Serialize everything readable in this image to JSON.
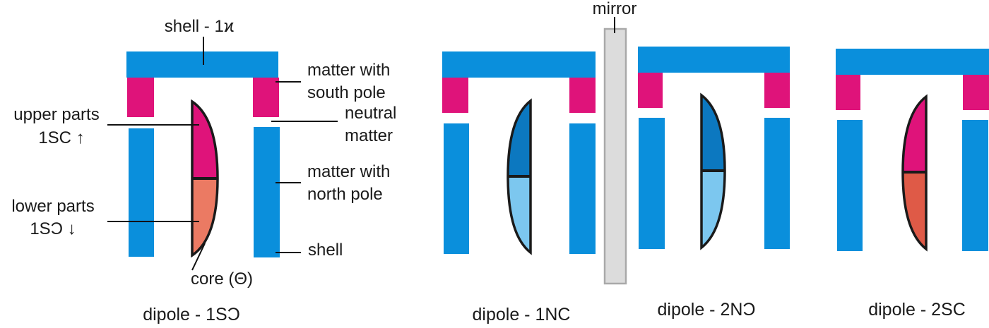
{
  "colors": {
    "shell": "#0a8fdc",
    "south_pole_matter": "#df137a",
    "upper_magenta": "#df137a",
    "lower_salmon": "#eb7a63",
    "lower_red": "#df5a47",
    "upper_dark_blue": "#0c78c0",
    "lower_light_blue": "#7cc7ef",
    "mirror": "#dcdcdc"
  },
  "labels": {
    "shell_top": "shell - 1ϰ",
    "mirror": "mirror",
    "matter_south_line1": "matter with",
    "matter_south_line2": "south pole",
    "neutral_line1": "neutral",
    "neutral_line2": "matter",
    "matter_north_line1": "matter with",
    "matter_north_line2": "north pole",
    "shell_bottom": "shell",
    "upper_parts_line1": "upper parts",
    "upper_parts_line2": "1SϹ ↑",
    "lower_parts_line1": "lower parts",
    "lower_parts_line2": "1SϽ ↓",
    "core": "core (Θ)"
  },
  "captions": {
    "dipole_1": "dipole - 1SϽ",
    "dipole_2": "dipole - 1NϹ",
    "dipole_3": "dipole - 2NϽ",
    "dipole_4": "dipole - 2SϹ"
  },
  "icons": {
    "lens_core": "half-lens-shape",
    "mirror_plate": "vertical-mirror-bar"
  }
}
